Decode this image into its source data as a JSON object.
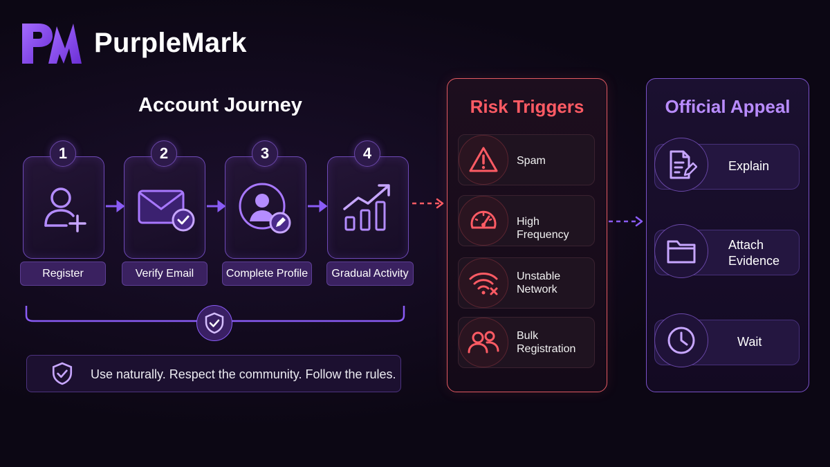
{
  "brand": {
    "name": "PurpleMark",
    "logo_icon": "pm-monogram-icon"
  },
  "journey": {
    "title": "Account Journey",
    "steps": [
      {
        "number": "1",
        "label": "Register",
        "icon": "user-add-icon"
      },
      {
        "number": "2",
        "label": "Verify Email",
        "icon": "envelope-check-icon"
      },
      {
        "number": "3",
        "label": "Complete Profile",
        "icon": "profile-edit-icon"
      },
      {
        "number": "4",
        "label": "Gradual Activity",
        "icon": "growth-chart-icon"
      }
    ],
    "motto": "Use naturally. Respect the community. Follow the rules."
  },
  "risk": {
    "title": "Risk Triggers",
    "items": [
      {
        "label": "Spam",
        "icon": "warning-triangle-icon"
      },
      {
        "label": "High Frequency",
        "icon": "speedometer-icon"
      },
      {
        "label": "Unstable Network",
        "icon": "wifi-error-icon"
      },
      {
        "label": "Bulk Registration",
        "icon": "multiple-users-icon"
      }
    ]
  },
  "appeal": {
    "title": "Official Appeal",
    "items": [
      {
        "label": "Explain",
        "icon": "document-edit-icon"
      },
      {
        "label": "Attach Evidence",
        "icon": "folder-icon"
      },
      {
        "label": "Wait",
        "icon": "clock-icon"
      }
    ]
  },
  "colors": {
    "accent_purple": "#8a5cf6",
    "risk_red": "#ff5b64",
    "appeal_violet": "#b98cff",
    "background": "#0c0714"
  }
}
